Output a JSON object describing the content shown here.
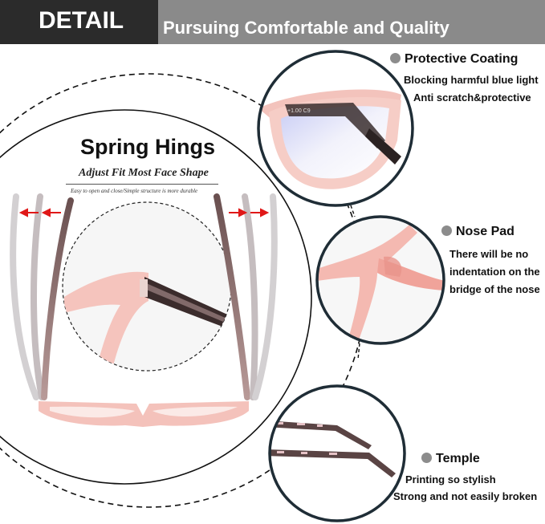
{
  "header": {
    "title": "DETAIL",
    "subtitle": "Pursuing Comfortable and Quality"
  },
  "spring_hinges": {
    "title": "Spring Hings",
    "subtitle": "Adjust Fit Most Face Shape",
    "note": "Easy to open and close/Simple structure is more durable"
  },
  "features": [
    {
      "title": "Protective Coating",
      "icon": "gray-dot-icon",
      "lines": [
        "Blocking harmful blue light",
        "Anti scratch&protective"
      ]
    },
    {
      "title": "Nose Pad",
      "icon": "gray-dot-icon",
      "lines": [
        "There will be no",
        "indentation on the",
        "bridge of the nose"
      ]
    },
    {
      "title": "Temple",
      "icon": "gray-dot-icon",
      "lines": [
        "Printing so stylish",
        "Strong and not easily broken"
      ]
    }
  ],
  "lens_marking": "+1.00 C9",
  "colors": {
    "header_dark": "#2b2b2b",
    "header_gray": "#8a8a8a",
    "frame_pink": "#f2b8b0",
    "circle_stroke": "#1f2d36",
    "arrow_red": "#e01818",
    "dot_gray": "#8c8c8c"
  }
}
